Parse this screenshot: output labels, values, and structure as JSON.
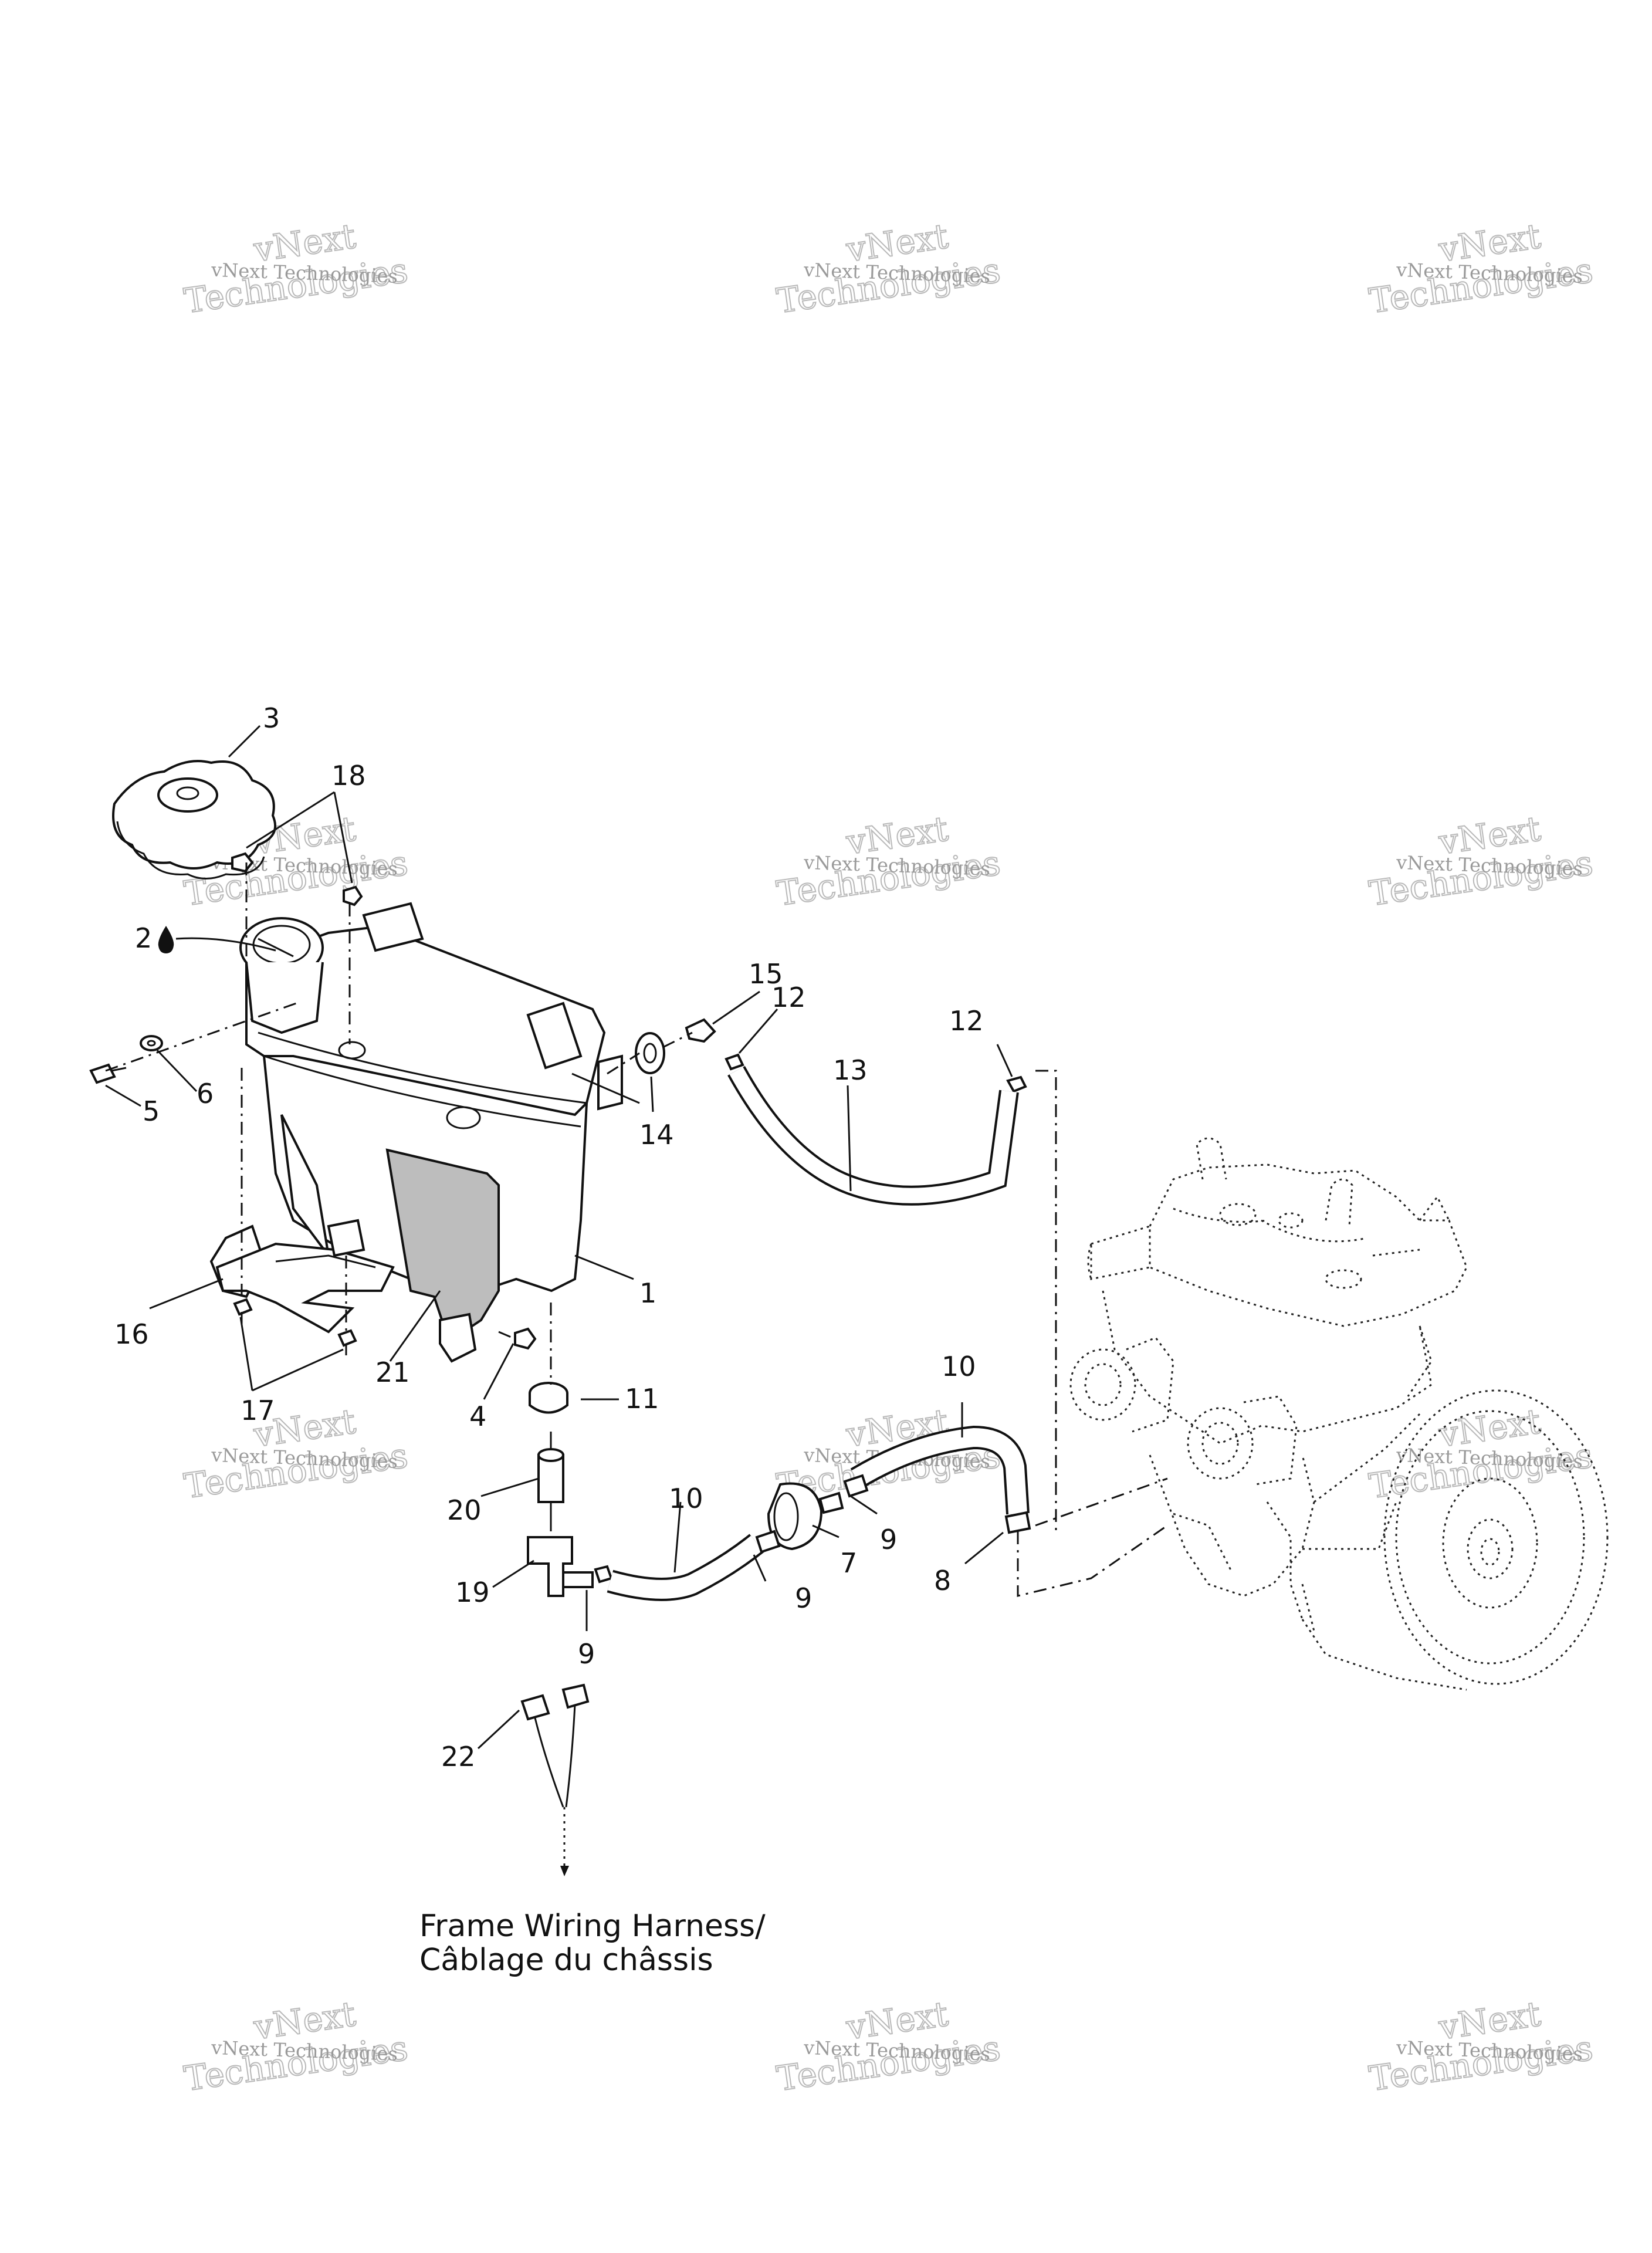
{
  "diagram": {
    "callouts": {
      "c1": "1",
      "c2": "2",
      "c3": "3",
      "c4": "4",
      "c5": "5",
      "c6": "6",
      "c7": "7",
      "c8": "8",
      "c9a": "9",
      "c9b": "9",
      "c9c": "9",
      "c10a": "10",
      "c10b": "10",
      "c11": "11",
      "c12a": "12",
      "c12b": "12",
      "c13": "13",
      "c14": "14",
      "c15": "15",
      "c16": "16",
      "c17": "17",
      "c18": "18",
      "c19": "19",
      "c20": "20",
      "c21": "21",
      "c22": "22"
    },
    "caption_line1": "Frame Wiring Harness/",
    "caption_line2": "Câblage du châssis",
    "doc_id": "",
    "watermark": {
      "small": "vNext Technologies",
      "large_top": "vNext",
      "large_bottom": "Technologies"
    },
    "icons": {
      "lubricant": "oil-drop-icon"
    }
  }
}
